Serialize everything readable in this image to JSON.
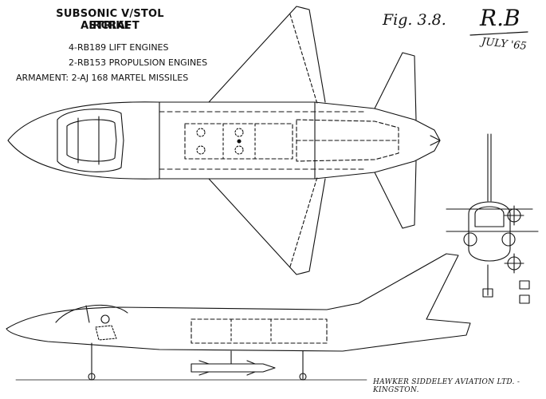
{
  "title": {
    "line1": "SUBSONIC V/STOL STRIKE",
    "line2": "AIRCRAFT"
  },
  "specs": {
    "lift_engines": "4-RB189 LIFT ENGINES",
    "propulsion_engines": "2-RB153 PROPULSION ENGINES",
    "armament": "ARMAMENT: 2-AJ 168 MARTEL MISSILES"
  },
  "figure": {
    "label": "Fig. 3.8."
  },
  "signature": {
    "initials": "R.B",
    "date": "JULY '65"
  },
  "maker": "HAWKER SIDDELEY AVIATION LTD. - KINGSTON."
}
